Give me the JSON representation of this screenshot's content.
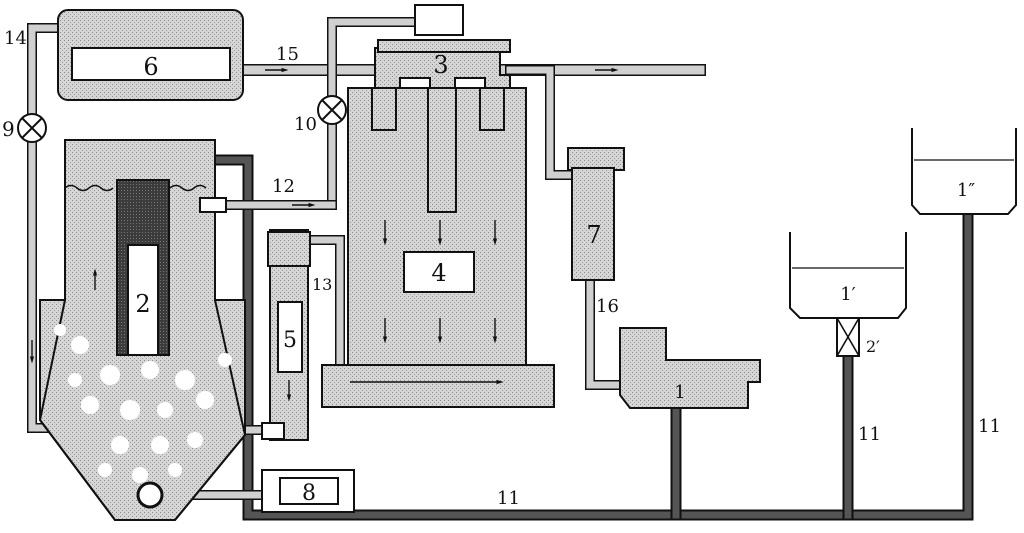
{
  "colors": {
    "ink": "#111111",
    "stipple": "#c8c8c8",
    "pipe_light": "#bdbdbd",
    "pipe_dark": "#4a4a4a",
    "paper": "#ffffff"
  },
  "labels": {
    "unit_1": "1",
    "unit_1_prime": "1′",
    "unit_1_double_prime": "1″",
    "valve_2_prime": "2′",
    "unit_2": "2",
    "unit_3": "3",
    "unit_4": "4",
    "unit_5": "5",
    "unit_6": "6",
    "unit_7": "7",
    "unit_8": "8",
    "valve_9": "9",
    "valve_10": "10",
    "line_11_a": "11",
    "line_11_b": "11",
    "line_11_c": "11",
    "line_12": "12",
    "line_13": "13",
    "line_14": "14",
    "line_15": "15",
    "line_16": "16"
  },
  "icons": {
    "valve": "circle-cross-valve-icon",
    "inline_valve": "box-cross-valve-icon",
    "flow_arrow": "arrow-icon"
  }
}
